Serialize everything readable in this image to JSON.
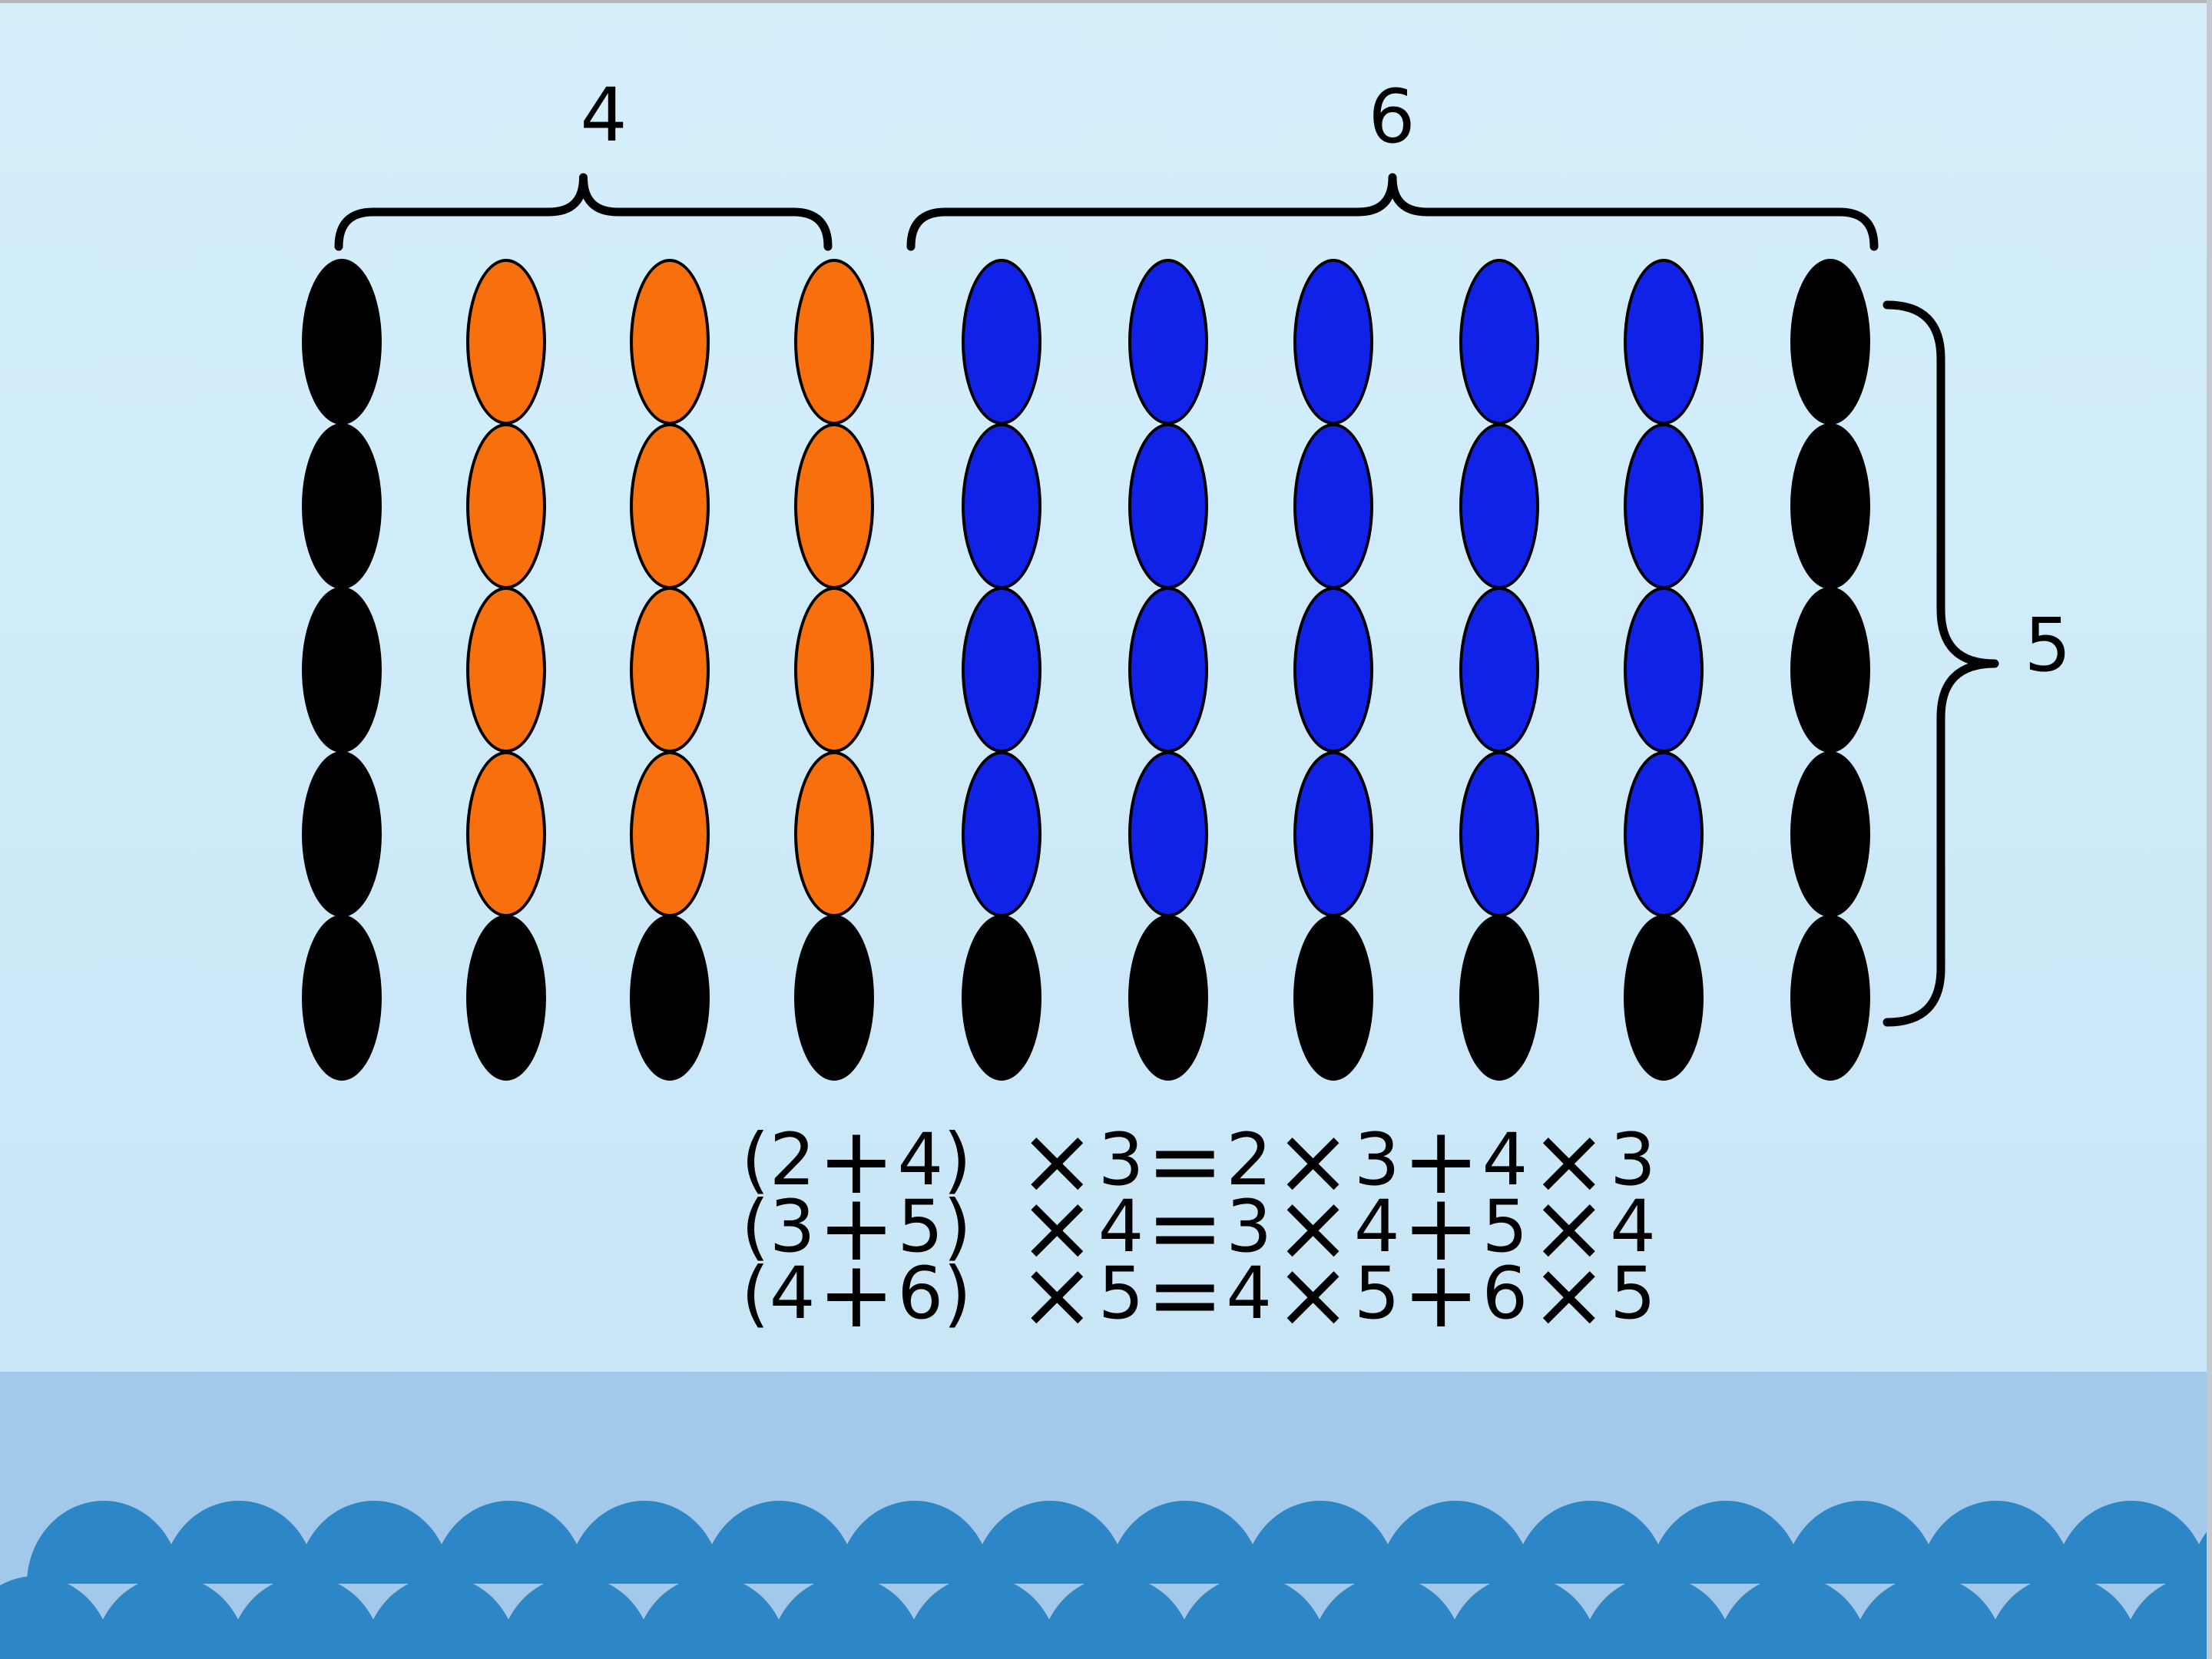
{
  "slide": {
    "group_labels": {
      "left_columns": "4",
      "right_columns": "6",
      "rows": "5"
    },
    "equations": [
      "(2+4) ×3=2×3+4×3",
      "(3+5) ×4=3×4+5×4",
      "(4+6) ×5=4×5+6×5"
    ],
    "grid": {
      "rows": 5,
      "columns": 10,
      "palette": {
        "black": "#000000",
        "orange": "#f8700e",
        "blue": "#1122e8"
      },
      "cell_colors": [
        [
          "black",
          "orange",
          "orange",
          "orange",
          "blue",
          "blue",
          "blue",
          "blue",
          "blue",
          "black"
        ],
        [
          "black",
          "orange",
          "orange",
          "orange",
          "blue",
          "blue",
          "blue",
          "blue",
          "blue",
          "black"
        ],
        [
          "black",
          "orange",
          "orange",
          "orange",
          "blue",
          "blue",
          "blue",
          "blue",
          "blue",
          "black"
        ],
        [
          "black",
          "orange",
          "orange",
          "orange",
          "blue",
          "blue",
          "blue",
          "blue",
          "blue",
          "black"
        ],
        [
          "black",
          "black",
          "black",
          "black",
          "black",
          "black",
          "black",
          "black",
          "black",
          "black"
        ]
      ]
    },
    "colors": {
      "background_top": "#d5effb",
      "background_bottom": "#c6e4f6",
      "footer_band": "#a2c9e9",
      "footer_scallop": "#2d86c6",
      "brace": "#000000",
      "text": "#000000",
      "frame_top": "#b3b7bb",
      "frame_right": "#c3c9cf"
    }
  }
}
